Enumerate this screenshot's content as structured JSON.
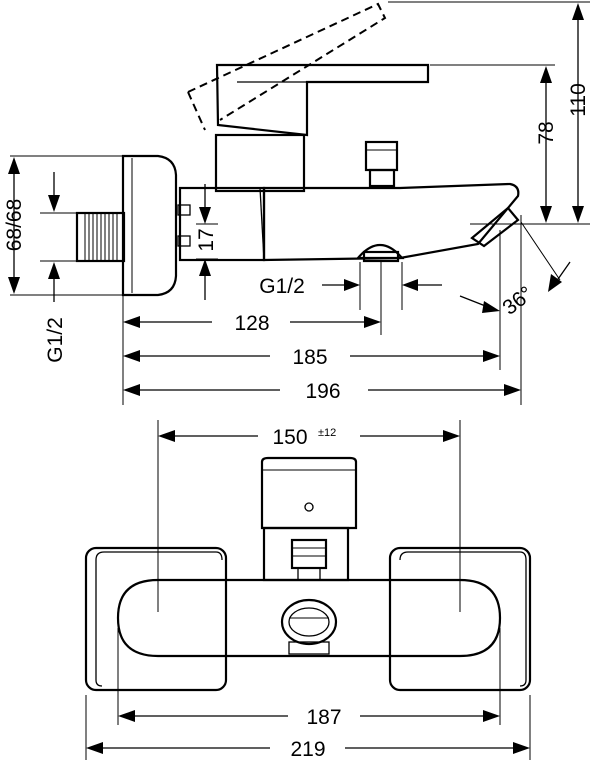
{
  "side_view": {
    "dims": {
      "height_110": "110",
      "height_78": "78",
      "offset_68_68": "68/68",
      "thread_left": "G1/2",
      "offset_17": "17",
      "thread_spout": "G1/2",
      "angle": "36°",
      "len_128": "128",
      "len_185": "185",
      "len_196": "196"
    }
  },
  "top_view": {
    "dims": {
      "centers_150": "150",
      "tolerance": "±12",
      "width_187": "187",
      "width_219": "219"
    }
  }
}
